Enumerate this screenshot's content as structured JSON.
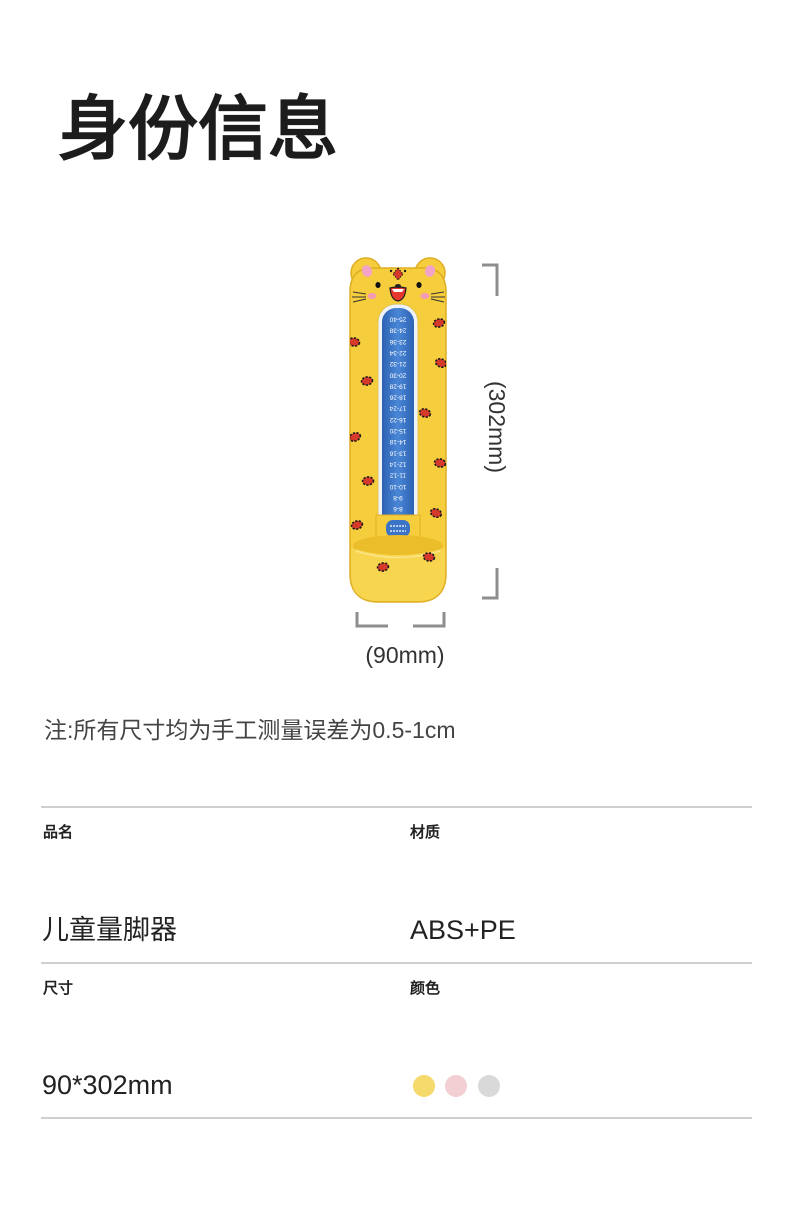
{
  "page": {
    "title": "身份信息"
  },
  "product_image": {
    "height_label": "(302mm)",
    "width_label": "(90mm)",
    "ruler_labels": [
      "25-40",
      "24-38",
      "23-36",
      "22-34",
      "21-32",
      "20-30",
      "19-28",
      "18-26",
      "17-24",
      "16-22",
      "15-20",
      "14-18",
      "13-16",
      "12-14",
      "11-12",
      "10-10",
      "9-8",
      "8-6"
    ]
  },
  "note": "注:所有尺寸均为手工测量误差为0.5-1cm",
  "specs": {
    "name": {
      "label": "品名",
      "value": "儿童量脚器"
    },
    "material": {
      "label": "材质",
      "value": "ABS+PE"
    },
    "size": {
      "label": "尺寸",
      "value": "90*302mm"
    },
    "color": {
      "label": "颜色",
      "swatches": [
        "#f5d96a",
        "#f1cfd3",
        "#d9d9d9"
      ]
    }
  },
  "theme": {
    "product_yellow": "#f5cd3d",
    "ruler_blue": "#3b74c7",
    "spot_red": "#d63a2b",
    "divider": "#cfcfcf"
  }
}
